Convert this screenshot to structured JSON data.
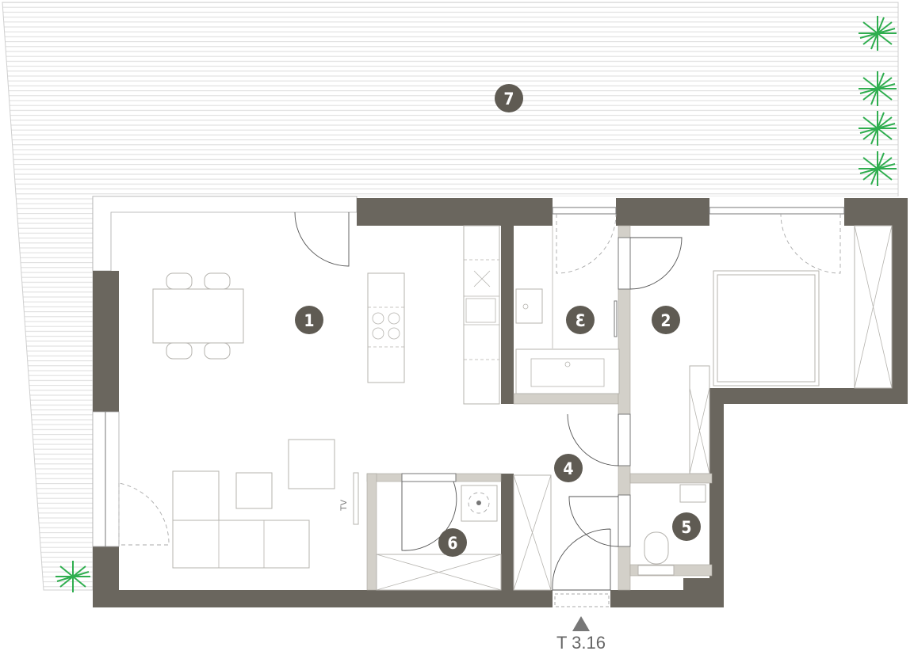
{
  "plan": {
    "rooms": [
      {
        "id": "1",
        "label": "1"
      },
      {
        "id": "2",
        "label": "2"
      },
      {
        "id": "3",
        "label": "3"
      },
      {
        "id": "4",
        "label": "4"
      },
      {
        "id": "5",
        "label": "5"
      },
      {
        "id": "6",
        "label": "6"
      },
      {
        "id": "7",
        "label": "7"
      }
    ],
    "tv_label": "TV",
    "entrance_label": "T 3.16"
  },
  "colors": {
    "wall": "#6a665e",
    "partition": "#d3d0c9",
    "label_circle": "#5f5b53",
    "plant": "#2fae4f",
    "terrace_lines": "#dcdcdc"
  }
}
